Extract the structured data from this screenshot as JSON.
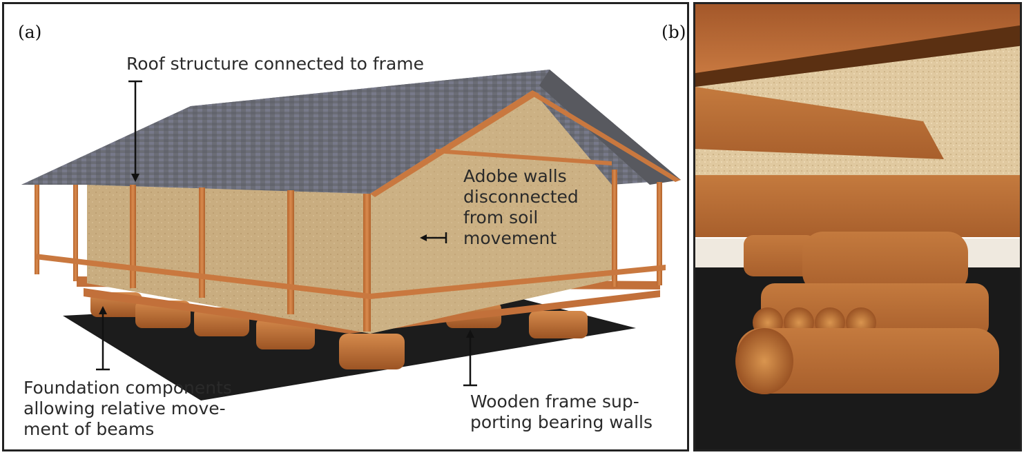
{
  "panels": {
    "a": {
      "label": "(a)"
    },
    "b": {
      "label": "(b)"
    }
  },
  "annotations": {
    "roof": "Roof structure connected to frame",
    "walls": [
      "Adobe walls",
      "disconnected",
      "from soil",
      "movement"
    ],
    "foundation": [
      "Foundation components",
      "allowing relative move-",
      "ment of beams"
    ],
    "frame": [
      "Wooden frame sup-",
      "porting bearing walls"
    ]
  },
  "colors": {
    "roof": "#6d6f78",
    "wall": "#c8ab7e",
    "wood": "#c9783f",
    "ground": "#222222",
    "text": "#2a2a2a"
  }
}
